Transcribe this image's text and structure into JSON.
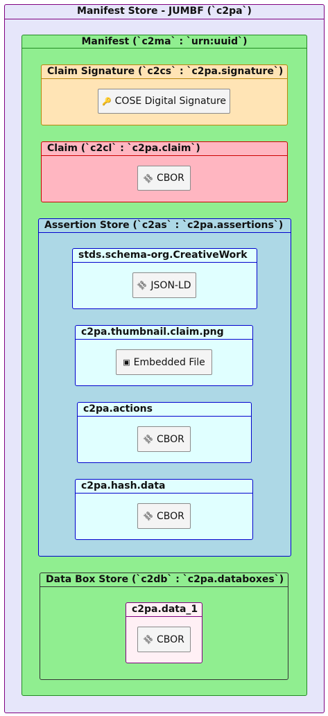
{
  "store": {
    "title": "Manifest Store - JUMBF (`c2pa`)"
  },
  "manifest": {
    "title": "Manifest (`c2ma` : `urn:uuid`)"
  },
  "signature": {
    "title": "Claim Signature (`c2cs` : `c2pa.signature`)",
    "leaf_icon": "key-icon",
    "leaf_label": "COSE Digital Signature"
  },
  "claim": {
    "title": "Claim (`c2cl` : `c2pa.claim`)",
    "leaf_icon": "code-icon",
    "leaf_label": "CBOR"
  },
  "assertion_store": {
    "title": "Assertion Store (`c2as` : `c2pa.assertions`)",
    "items": [
      {
        "title": "stds.schema-org.CreativeWork",
        "leaf_icon": "code-icon",
        "leaf_label": "JSON-LD"
      },
      {
        "title": "c2pa.thumbnail.claim.png",
        "leaf_icon": "image-icon",
        "leaf_label": "Embedded File"
      },
      {
        "title": "c2pa.actions",
        "leaf_icon": "code-icon",
        "leaf_label": "CBOR"
      },
      {
        "title": "c2pa.hash.data",
        "leaf_icon": "code-icon",
        "leaf_label": "CBOR"
      }
    ]
  },
  "data_box_store": {
    "title": "Data Box Store (`c2db` : `c2pa.databoxes`)",
    "items": [
      {
        "title": "c2pa.data_1",
        "leaf_icon": "code-icon",
        "leaf_label": "CBOR"
      }
    ]
  },
  "colors": {
    "store_bg": "#e6e6fa",
    "store_border": "#800080",
    "manifest_bg": "#90ee90",
    "manifest_border": "#228b22",
    "signature_bg": "#ffe4b5",
    "signature_border": "#b8860b",
    "claim_bg": "#ffb6c1",
    "claim_border": "#cc0000",
    "assertion_bg": "#add8e6",
    "assertion_border": "#0000cd",
    "assertion_item_bg": "#e0ffff",
    "databox_bg": "#90ee90",
    "databox_border": "#333333",
    "databox_item_bg": "#fff0f5",
    "databox_item_border": "#800080"
  }
}
